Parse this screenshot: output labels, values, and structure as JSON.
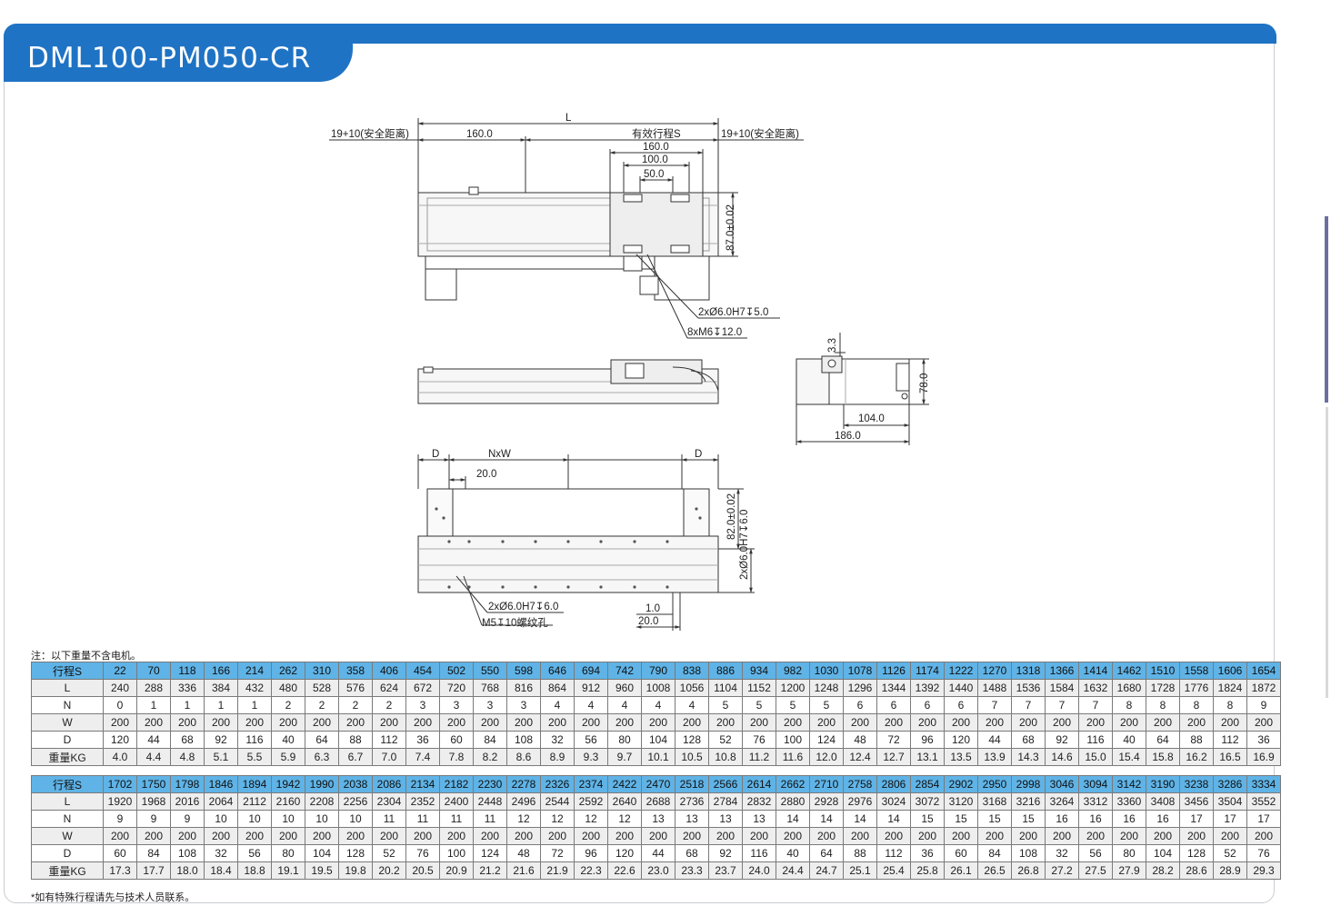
{
  "title": "DML100-PM050-CR",
  "drawing": {
    "top_view": {
      "total_length": "L",
      "safety_left": "19+10(安全距离)",
      "safety_right": "19+10(安全距离)",
      "dim_160_left": "160.0",
      "effective_stroke": "有效行程S",
      "dim_160_carriage": "160.0",
      "dim_100": "100.0",
      "dim_50": "50.0",
      "dim_height": "87.0±0.02",
      "hole_spec_1": "2xØ6.0H7↧5.0",
      "hole_spec_2": "8xM6↧12.0"
    },
    "end_view": {
      "dim_3_3": "3.3",
      "dim_78": "78.0",
      "dim_104": "104.0",
      "dim_186": "186.0"
    },
    "bottom_view": {
      "dim_d_left": "D",
      "dim_nxw": "NxW",
      "dim_d_right": "D",
      "dim_20_top": "20.0",
      "dim_82": "82.0±0.02",
      "dim_hole_v": "2xØ6.0H7↧6.0",
      "hole_spec_1": "2xØ6.0H7↧6.0",
      "hole_spec_2": "M5↧10螺纹孔",
      "dim_1": "1.0",
      "dim_20_bottom": "20.0"
    }
  },
  "note_top": "注：以下重量不含电机。",
  "note_bottom": "*如有特殊行程请先与技术人员联系。",
  "tables": [
    {
      "rows": [
        {
          "label": "行程S",
          "values": [
            "22",
            "70",
            "118",
            "166",
            "214",
            "262",
            "310",
            "358",
            "406",
            "454",
            "502",
            "550",
            "598",
            "646",
            "694",
            "742",
            "790",
            "838",
            "886",
            "934",
            "982",
            "1030",
            "1078",
            "1126",
            "1174",
            "1222",
            "1270",
            "1318",
            "1366",
            "1414",
            "1462",
            "1510",
            "1558",
            "1606",
            "1654"
          ]
        },
        {
          "label": "L",
          "values": [
            "240",
            "288",
            "336",
            "384",
            "432",
            "480",
            "528",
            "576",
            "624",
            "672",
            "720",
            "768",
            "816",
            "864",
            "912",
            "960",
            "1008",
            "1056",
            "1104",
            "1152",
            "1200",
            "1248",
            "1296",
            "1344",
            "1392",
            "1440",
            "1488",
            "1536",
            "1584",
            "1632",
            "1680",
            "1728",
            "1776",
            "1824",
            "1872"
          ]
        },
        {
          "label": "N",
          "values": [
            "0",
            "1",
            "1",
            "1",
            "1",
            "2",
            "2",
            "2",
            "2",
            "3",
            "3",
            "3",
            "3",
            "4",
            "4",
            "4",
            "4",
            "4",
            "5",
            "5",
            "5",
            "5",
            "6",
            "6",
            "6",
            "6",
            "7",
            "7",
            "7",
            "7",
            "8",
            "8",
            "8",
            "8",
            "9"
          ]
        },
        {
          "label": "W",
          "values": [
            "200",
            "200",
            "200",
            "200",
            "200",
            "200",
            "200",
            "200",
            "200",
            "200",
            "200",
            "200",
            "200",
            "200",
            "200",
            "200",
            "200",
            "200",
            "200",
            "200",
            "200",
            "200",
            "200",
            "200",
            "200",
            "200",
            "200",
            "200",
            "200",
            "200",
            "200",
            "200",
            "200",
            "200",
            "200"
          ]
        },
        {
          "label": "D",
          "values": [
            "120",
            "44",
            "68",
            "92",
            "116",
            "40",
            "64",
            "88",
            "112",
            "36",
            "60",
            "84",
            "108",
            "32",
            "56",
            "80",
            "104",
            "128",
            "52",
            "76",
            "100",
            "124",
            "48",
            "72",
            "96",
            "120",
            "44",
            "68",
            "92",
            "116",
            "40",
            "64",
            "88",
            "112",
            "36"
          ]
        },
        {
          "label": "重量KG",
          "values": [
            "4.0",
            "4.4",
            "4.8",
            "5.1",
            "5.5",
            "5.9",
            "6.3",
            "6.7",
            "7.0",
            "7.4",
            "7.8",
            "8.2",
            "8.6",
            "8.9",
            "9.3",
            "9.7",
            "10.1",
            "10.5",
            "10.8",
            "11.2",
            "11.6",
            "12.0",
            "12.4",
            "12.7",
            "13.1",
            "13.5",
            "13.9",
            "14.3",
            "14.6",
            "15.0",
            "15.4",
            "15.8",
            "16.2",
            "16.5",
            "16.9"
          ]
        }
      ]
    },
    {
      "rows": [
        {
          "label": "行程S",
          "values": [
            "1702",
            "1750",
            "1798",
            "1846",
            "1894",
            "1942",
            "1990",
            "2038",
            "2086",
            "2134",
            "2182",
            "2230",
            "2278",
            "2326",
            "2374",
            "2422",
            "2470",
            "2518",
            "2566",
            "2614",
            "2662",
            "2710",
            "2758",
            "2806",
            "2854",
            "2902",
            "2950",
            "2998",
            "3046",
            "3094",
            "3142",
            "3190",
            "3238",
            "3286",
            "3334"
          ]
        },
        {
          "label": "L",
          "values": [
            "1920",
            "1968",
            "2016",
            "2064",
            "2112",
            "2160",
            "2208",
            "2256",
            "2304",
            "2352",
            "2400",
            "2448",
            "2496",
            "2544",
            "2592",
            "2640",
            "2688",
            "2736",
            "2784",
            "2832",
            "2880",
            "2928",
            "2976",
            "3024",
            "3072",
            "3120",
            "3168",
            "3216",
            "3264",
            "3312",
            "3360",
            "3408",
            "3456",
            "3504",
            "3552"
          ]
        },
        {
          "label": "N",
          "values": [
            "9",
            "9",
            "9",
            "10",
            "10",
            "10",
            "10",
            "10",
            "11",
            "11",
            "11",
            "11",
            "12",
            "12",
            "12",
            "12",
            "13",
            "13",
            "13",
            "13",
            "14",
            "14",
            "14",
            "14",
            "15",
            "15",
            "15",
            "15",
            "16",
            "16",
            "16",
            "16",
            "17",
            "17",
            "17"
          ]
        },
        {
          "label": "W",
          "values": [
            "200",
            "200",
            "200",
            "200",
            "200",
            "200",
            "200",
            "200",
            "200",
            "200",
            "200",
            "200",
            "200",
            "200",
            "200",
            "200",
            "200",
            "200",
            "200",
            "200",
            "200",
            "200",
            "200",
            "200",
            "200",
            "200",
            "200",
            "200",
            "200",
            "200",
            "200",
            "200",
            "200",
            "200",
            "200"
          ]
        },
        {
          "label": "D",
          "values": [
            "60",
            "84",
            "108",
            "32",
            "56",
            "80",
            "104",
            "128",
            "52",
            "76",
            "100",
            "124",
            "48",
            "72",
            "96",
            "120",
            "44",
            "68",
            "92",
            "116",
            "40",
            "64",
            "88",
            "112",
            "36",
            "60",
            "84",
            "108",
            "32",
            "56",
            "80",
            "104",
            "128",
            "52",
            "76"
          ]
        },
        {
          "label": "重量KG",
          "values": [
            "17.3",
            "17.7",
            "18.0",
            "18.4",
            "18.8",
            "19.1",
            "19.5",
            "19.8",
            "20.2",
            "20.5",
            "20.9",
            "21.2",
            "21.6",
            "21.9",
            "22.3",
            "22.6",
            "23.0",
            "23.3",
            "23.7",
            "24.0",
            "24.4",
            "24.7",
            "25.1",
            "25.4",
            "25.8",
            "26.1",
            "26.5",
            "26.8",
            "27.2",
            "27.5",
            "27.9",
            "28.2",
            "28.6",
            "28.9",
            "29.3"
          ]
        }
      ]
    }
  ]
}
